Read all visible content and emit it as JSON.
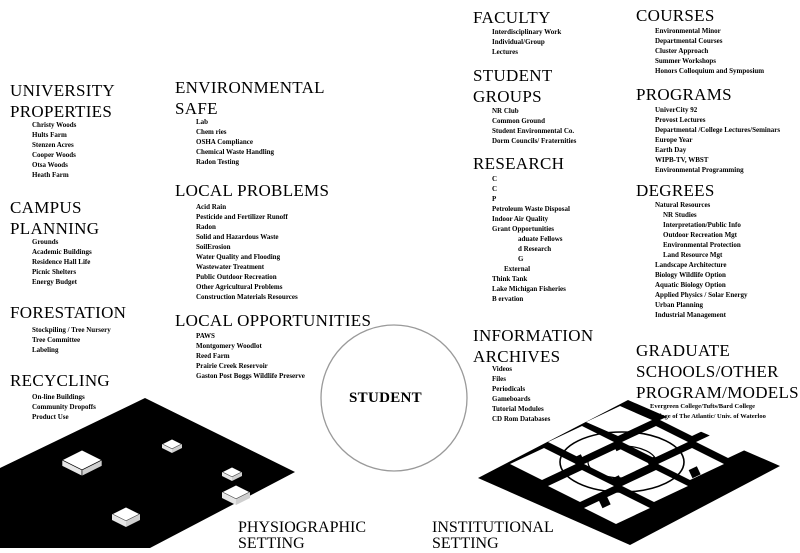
{
  "center_label": "STUDENT",
  "settings": {
    "physiographic": [
      "PHYSIOGRAPHIC",
      "SETTING"
    ],
    "institutional": [
      "INSTITUTIONAL",
      "SETTING"
    ]
  },
  "sections": {
    "university_properties": {
      "title": [
        "UNIVERSITY",
        "PROPERTIES"
      ],
      "items": [
        "Christy Woods",
        "Hults Farm",
        "Stenzen Acres",
        "Cooper Woods",
        "Otsa Woods",
        "Heath Farm"
      ]
    },
    "campus_planning": {
      "title": [
        "CAMPUS",
        "PLANNING"
      ],
      "items": [
        "Grounds",
        "Academic Buildings",
        "Residence Hall Life",
        "Picnic Shelters",
        "Energy Budget"
      ]
    },
    "forestation": {
      "title": [
        "FORESTATION"
      ],
      "items": [
        "Stockpiling / Tree Nursery",
        "Tree Committee",
        "Labeling"
      ]
    },
    "recycling": {
      "title": [
        "RECYCLING"
      ],
      "items": [
        "On-line Buildings",
        "Community Dropoffs",
        "Product Use"
      ]
    },
    "environmental_safety": {
      "title": [
        "ENVIRONMENTAL",
        "SAFE"
      ],
      "items": [
        "Lab",
        "Chem            ries",
        "OSHA Compliance",
        "Chemical Waste Handling",
        "Radon Testing"
      ]
    },
    "local_problems": {
      "title": [
        "LOCAL PROBLEMS"
      ],
      "items": [
        "Acid Rain",
        "Pesticide and Fertilizer Runoff",
        "Radon",
        "Solid and Hazardous Waste",
        "SoilErosion",
        "Water Quality and Flooding",
        "Wastewater Treatment",
        "Public Outdoor Recreation",
        "Other Agricultural Problems",
        "Construction Materials Resources"
      ]
    },
    "local_opportunities": {
      "title": [
        "LOCAL OPPORTUNITIES"
      ],
      "items": [
        "PAWS",
        "Montgomery Woodlot",
        "Reed Farm",
        "Prairie Creek Reservoir",
        "Gaston Post Boggs Wildlife Preserve"
      ]
    },
    "faculty": {
      "title": [
        "FACULTY"
      ],
      "items": [
        "Interdisciplinary Work",
        "Individual/Group",
        "Lectures"
      ]
    },
    "student_groups": {
      "title": [
        "STUDENT",
        "GROUPS"
      ],
      "items": [
        "NR Club",
        "Common Ground",
        "Student Environmental Co.",
        "Dorm Councils/ Fraternities"
      ]
    },
    "research": {
      "title": [
        "RESEARCH"
      ],
      "items": [
        "C",
        "C",
        "P",
        "Petroleum Waste Disposal",
        "Indoor Air Quality",
        "Grant Opportunities",
        "aduate Fellows",
        "d Research",
        "G",
        "External",
        "Think Tank",
        "Lake Michigan Fisheries",
        "B          ervation"
      ]
    },
    "information_archives": {
      "title": [
        "INFORMATION",
        "ARCHIVES"
      ],
      "items": [
        "Videos",
        "Files",
        "Periodicals",
        "Gameboards",
        "Tutorial Modules",
        "CD Rom Databases"
      ]
    },
    "courses": {
      "title": [
        "COURSES"
      ],
      "items": [
        "Environmental Minor",
        "Departmental Courses",
        "Cluster Approach",
        "Summer Workshops",
        "Honors Colloquium and Symposium"
      ]
    },
    "programs": {
      "title": [
        "PROGRAMS"
      ],
      "items": [
        "UniverCity 92",
        "Provost Lectures",
        "Departmental /College Lectures/Seminars",
        "Europe Year",
        "Earth Day",
        "WIPB-TV, WBST",
        "Environmental Programming"
      ]
    },
    "degrees": {
      "title": [
        "DEGREES"
      ],
      "items": [
        "Natural Resources",
        "NR Studies",
        "Interpretation/Public Info",
        "Outdoor Recreation Mgt",
        "Environmental Protection",
        "Land Resource Mgt",
        "Landscape Architecture",
        "Biology Wildlife Option",
        "Aquatic Biology Option",
        "Applied Physics / Solar Energy",
        "Urban Planning",
        "Industrial Management"
      ]
    },
    "graduate_schools": {
      "title": [
        "GRADUATE",
        "SCHOOLS/OTHER",
        "PROGRAM/MODELS"
      ],
      "items": [
        "Evergreen College/Tufts/Bard College",
        "College of The Atlantic/ Univ. of Waterloo"
      ]
    }
  }
}
